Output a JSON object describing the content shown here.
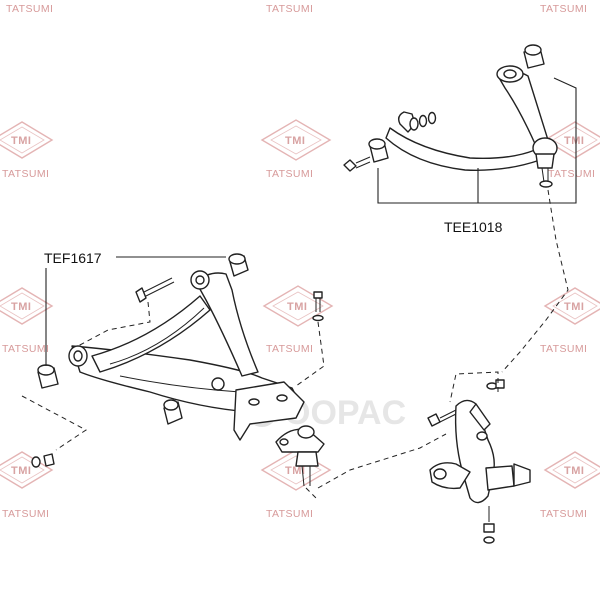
{
  "watermark": {
    "brand": "TATSUMI",
    "logo": "TMI",
    "color": "#d79a9a"
  },
  "parts": {
    "upper_arm_label": "TEE1018",
    "lower_arm_label": "TEF1617"
  },
  "center_brand": {
    "text": "OOPAC",
    "icon": "hare-logo-icon"
  }
}
